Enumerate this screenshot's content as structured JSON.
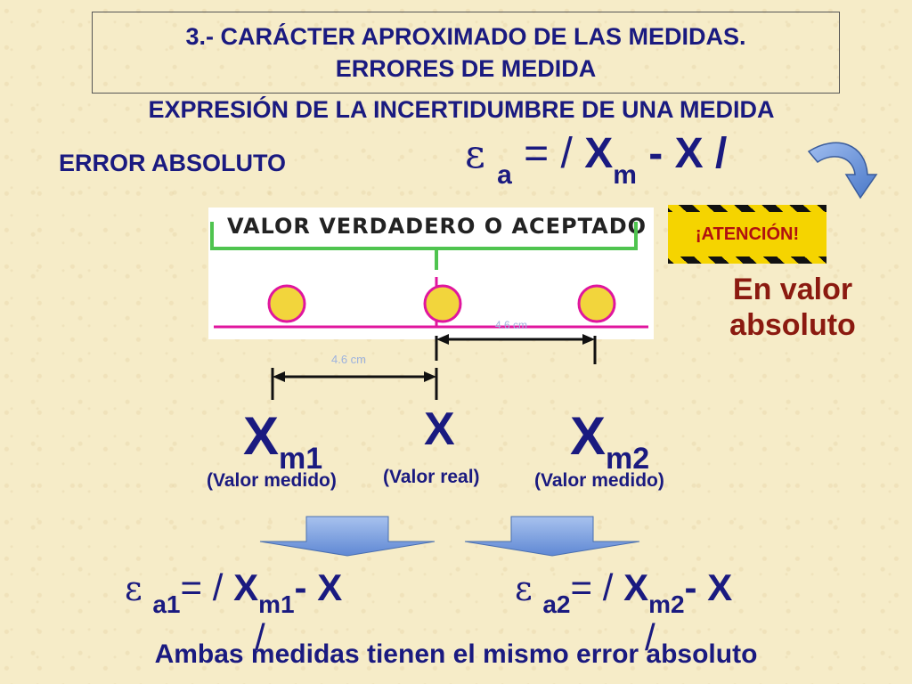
{
  "title": {
    "line1": "3.- CARÁCTER APROXIMADO DE LAS MEDIDAS.",
    "line2": "ERRORES DE MEDIDA"
  },
  "subtitle": "EXPRESIÓN DE LA INCERTIDUMBRE DE UNA MEDIDA",
  "error_label": "ERROR ABSOLUTO",
  "main_formula": {
    "epsilon": "ε",
    "sub_a": "a",
    "eq": "= /",
    "x": "X",
    "sub_m": "m",
    "minus_x": "- X /"
  },
  "photo": {
    "header": "VALOR VERDADERO O ACEPTADO",
    "dist_left": "4.6 cm",
    "dist_right": "4.6 cm"
  },
  "attention": "¡ATENCIÓN!",
  "note": {
    "line1": "En valor",
    "line2": "absoluto"
  },
  "labels": {
    "xm1_main": "X",
    "xm1_sub": "m1",
    "x_real": "X",
    "xm2_main": "X",
    "xm2_sub": "m2",
    "cap_measured_1": "(Valor medido)",
    "cap_real": "(Valor real)",
    "cap_measured_2": "(Valor medido)"
  },
  "formula_1": {
    "epsilon": "ε",
    "sub": "a1",
    "eq": "= /",
    "x": "X",
    "xsub": "m1",
    "tail": "- X",
    "slash": "/"
  },
  "formula_2": {
    "epsilon": "ε",
    "sub": "a2",
    "eq": "= /",
    "x": "X",
    "xsub": "m2",
    "tail": "- X",
    "slash": "/"
  },
  "conclusion": "Ambas medidas tienen el mismo error absoluto",
  "colors": {
    "text_navy": "#1a1a80",
    "accent_red": "#8b1a10",
    "warning_yellow": "#f5d400",
    "arrow_blue": "#6f97d8",
    "ball_yellow": "#f2d53c",
    "ball_outline": "#e0169e",
    "bracket_green": "#4fc44f"
  }
}
